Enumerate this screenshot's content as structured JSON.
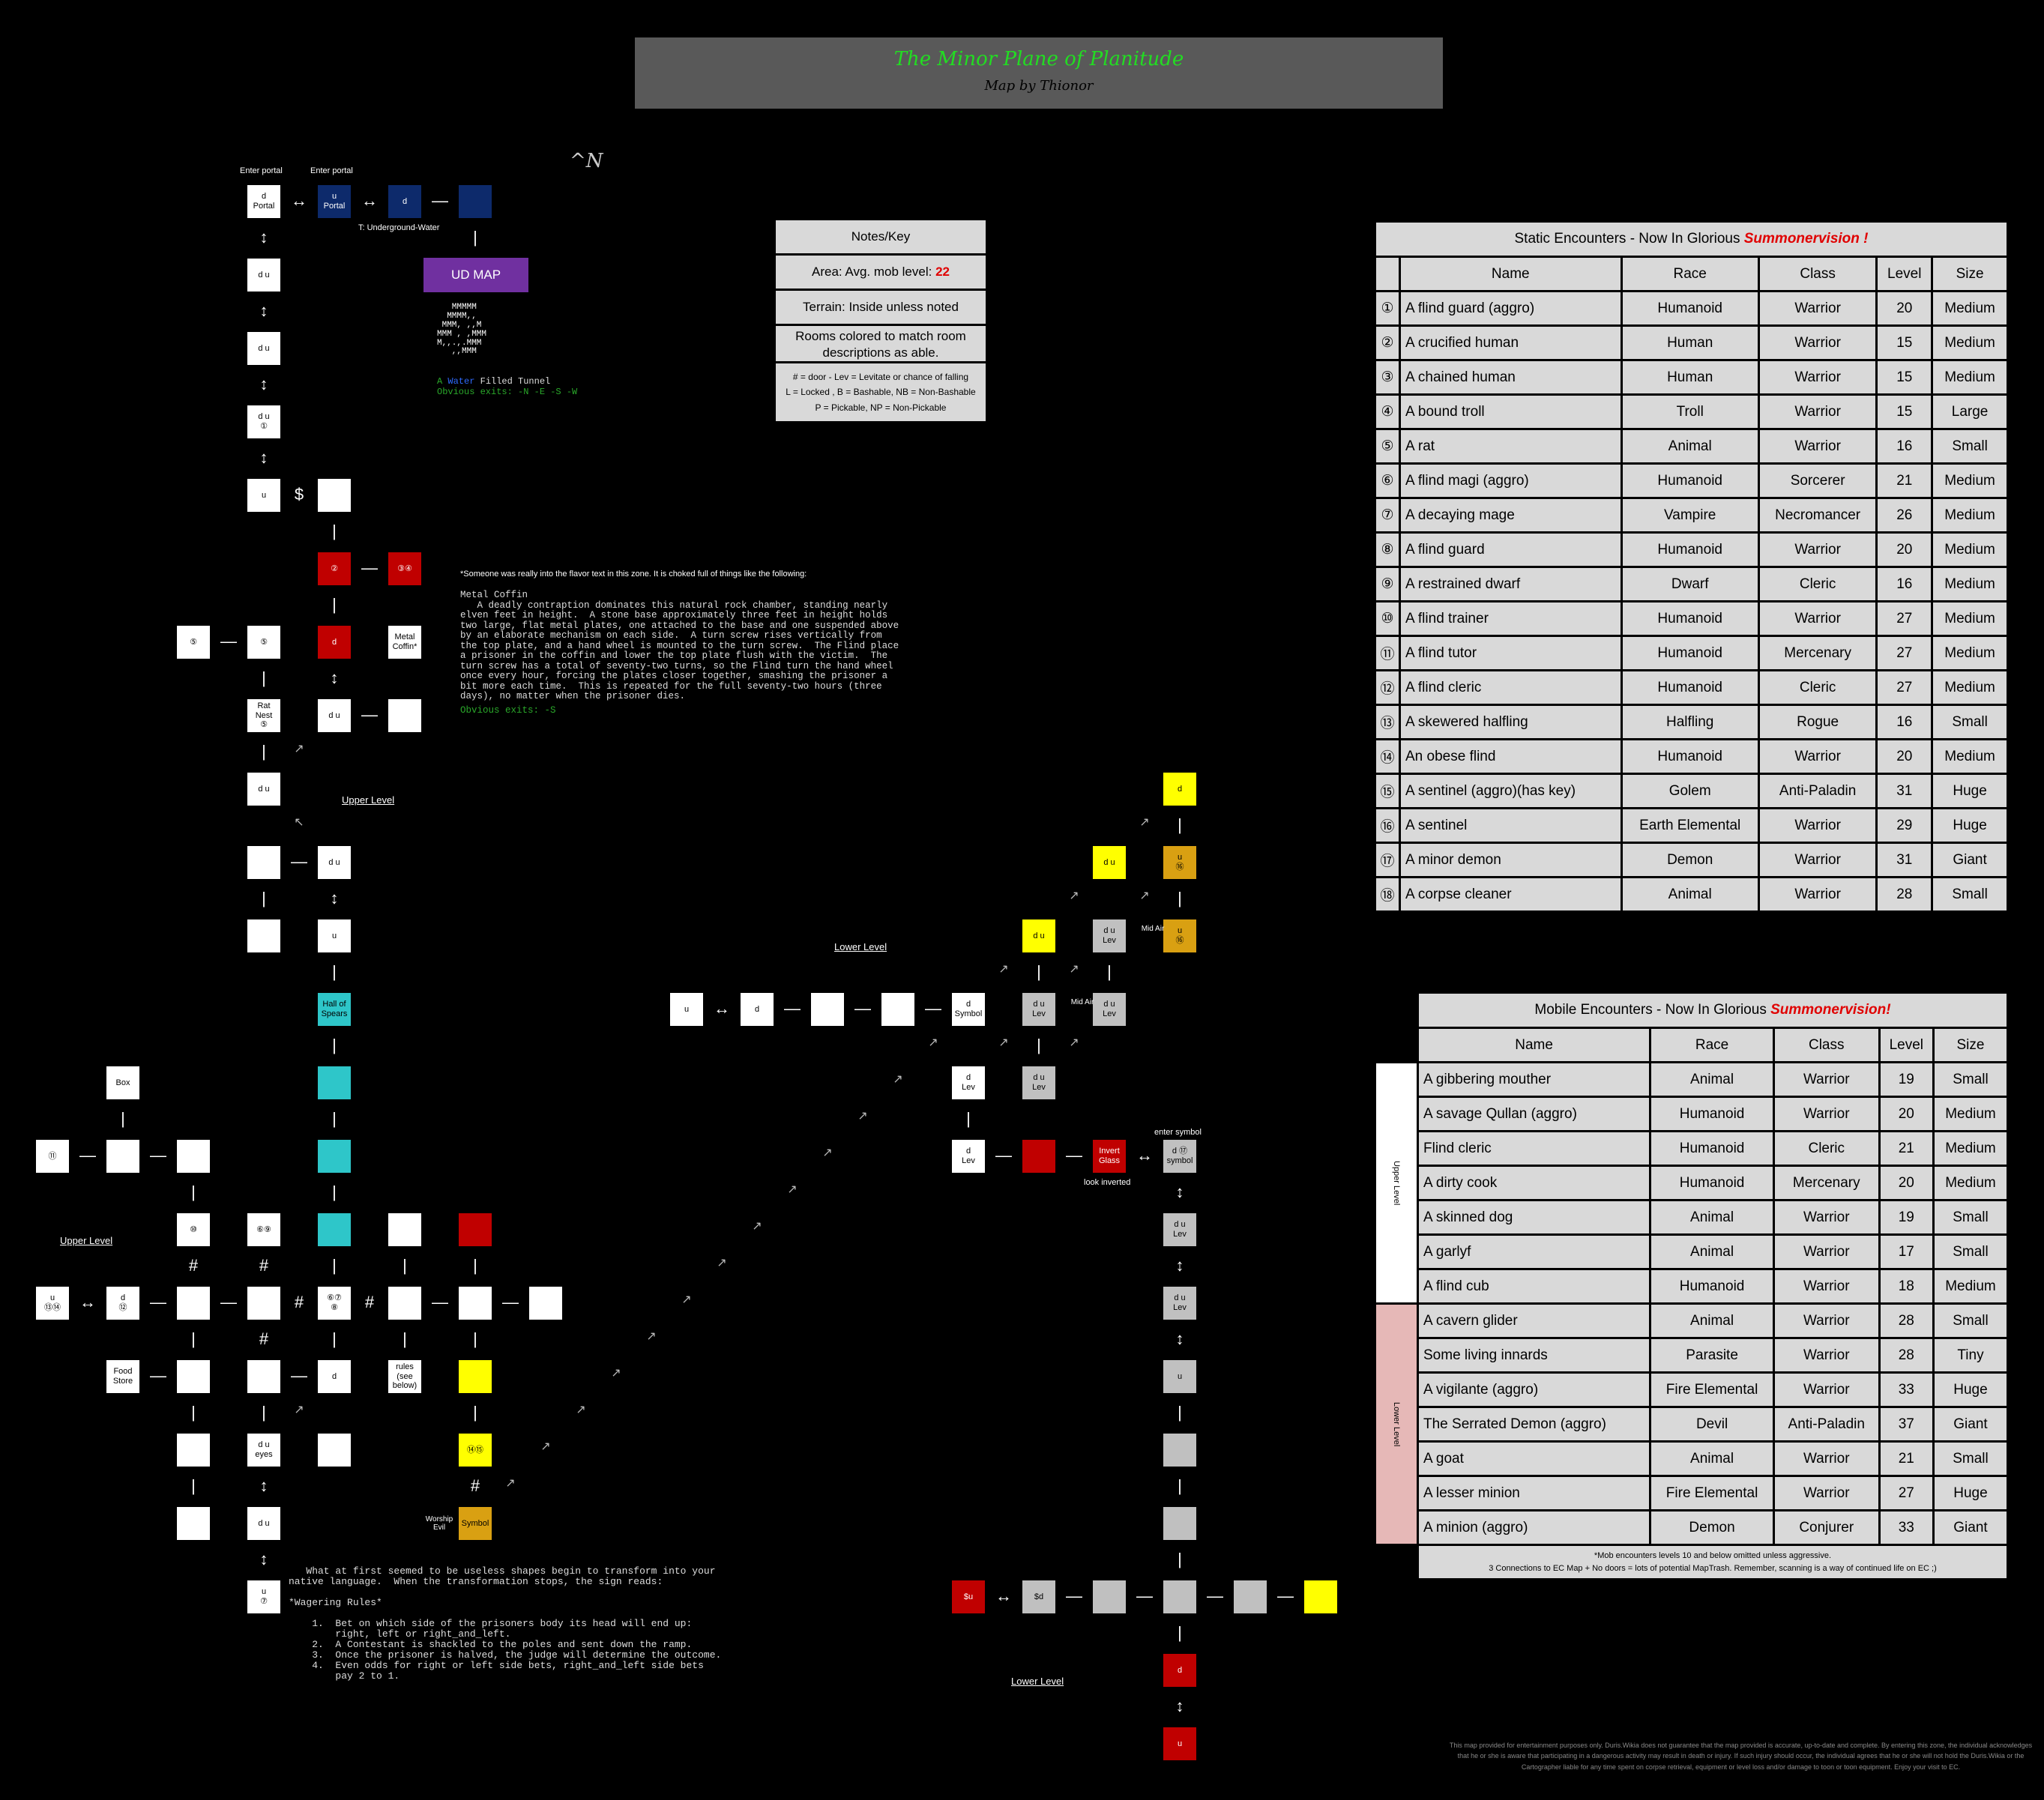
{
  "title": "The Minor Plane of Planitude",
  "subtitle": "Map by Thionor",
  "compass": "^N",
  "labels": {
    "enter_portal": "Enter portal",
    "underground_water": "T: Underground-Water",
    "ud_map": "UD MAP",
    "upper_level": "Upper Level",
    "lower_level": "Lower Level",
    "enter_symbol": "enter symbol",
    "look_inverted": "look inverted",
    "worship_evil": "Worship Evil",
    "mid_air": "Mid Air"
  },
  "ud_minimap": {
    "lines": [
      "   MMMMM",
      "  MMMM,,",
      " MMM, ,,M",
      "MMM , ,MMM",
      "M,,.,.MMM",
      "   ,,MMM"
    ],
    "caption_a": "A ",
    "caption_water": "Water",
    "caption_rest": " Filled Tunnel",
    "exits": "Obvious exits: -N -E -S -W"
  },
  "flavor": {
    "intro": "*Someone was really into the flavor text in this zone. It is choked full of things like the following:",
    "body": "Metal Coffin\n   A deadly contraption dominates this natural rock chamber, standing nearly\nelven feet in height.  A stone base approximately three feet in height holds\ntwo large, flat metal plates, one attached to the base and one suspended above\nby an elaborate mechanism on each side.  A turn screw rises vertically from\nthe top plate, and a hand wheel is mounted to the turn screw.  The Flind place\na prisoner in the coffin and lower the top plate flush with the victim.  The\nturn screw has a total of seventy-two turns, so the Flind turn the hand wheel\nonce every hour, forcing the plates closer together, smashing the prisoner a\nbit more each time.  This is repeated for the full seventy-two hours (three\ndays), no matter when the prisoner dies.",
    "exits": "Obvious exits: -S"
  },
  "wager": {
    "intro": "   What at first seemed to be useless shapes begin to transform into your\nnative language.  When the transformation stops, the sign reads:",
    "heading": "*Wagering Rules*",
    "rules": "    1.  Bet on which side of the prisoners body its head will end up:\n        right, left or right_and_left.\n    2.  A Contestant is shackled to the poles and sent down the ramp.\n    3.  Once the prisoner is halved, the judge will determine the outcome.\n    4.  Even odds for right or left side bets, right_and_left side bets\n        pay 2 to 1."
  },
  "notes": {
    "heading": "Notes/Key",
    "area_label": "Area: Avg. mob level: ",
    "area_value": "22",
    "terrain": "Terrain: Inside unless noted",
    "rooms_colored": "Rooms colored to match room descriptions as able.",
    "key_line1": "# = door - Lev = Levitate or chance of falling",
    "key_line2": "L = Locked , B = Bashable, NB = Non-Bashable",
    "key_line3": "P = Pickable, NP = Non-Pickable",
    "accent_color": "#e00000"
  },
  "static_table": {
    "caption_prefix": "Static Encounters - Now In Glorious ",
    "caption_red": "Summonervision !",
    "headers": [
      "Name",
      "Race",
      "Class",
      "Level",
      "Size"
    ],
    "rows": [
      {
        "num": "①",
        "name": "A flind guard (aggro)",
        "race": "Humanoid",
        "class": "Warrior",
        "level": "20",
        "size": "Medium"
      },
      {
        "num": "②",
        "name": "A crucified human",
        "race": "Human",
        "class": "Warrior",
        "level": "15",
        "size": "Medium"
      },
      {
        "num": "③",
        "name": "A chained human",
        "race": "Human",
        "class": "Warrior",
        "level": "15",
        "size": "Medium"
      },
      {
        "num": "④",
        "name": "A bound troll",
        "race": "Troll",
        "class": "Warrior",
        "level": "15",
        "size": "Large"
      },
      {
        "num": "⑤",
        "name": "A rat",
        "race": "Animal",
        "class": "Warrior",
        "level": "16",
        "size": "Small"
      },
      {
        "num": "⑥",
        "name": "A flind magi (aggro)",
        "race": "Humanoid",
        "class": "Sorcerer",
        "level": "21",
        "size": "Medium"
      },
      {
        "num": "⑦",
        "name": "A decaying mage",
        "race": "Vampire",
        "class": "Necromancer",
        "level": "26",
        "size": "Medium"
      },
      {
        "num": "⑧",
        "name": "A flind guard",
        "race": "Humanoid",
        "class": "Warrior",
        "level": "20",
        "size": "Medium"
      },
      {
        "num": "⑨",
        "name": "A restrained dwarf",
        "race": "Dwarf",
        "class": "Cleric",
        "level": "16",
        "size": "Medium"
      },
      {
        "num": "⑩",
        "name": "A flind trainer",
        "race": "Humanoid",
        "class": "Warrior",
        "level": "27",
        "size": "Medium"
      },
      {
        "num": "⑪",
        "name": "A flind tutor",
        "race": "Humanoid",
        "class": "Mercenary",
        "level": "27",
        "size": "Medium"
      },
      {
        "num": "⑫",
        "name": "A flind cleric",
        "race": "Humanoid",
        "class": "Cleric",
        "level": "27",
        "size": "Medium"
      },
      {
        "num": "⑬",
        "name": "A skewered halfling",
        "race": "Halfling",
        "class": "Rogue",
        "level": "16",
        "size": "Small"
      },
      {
        "num": "⑭",
        "name": "An obese flind",
        "race": "Humanoid",
        "class": "Warrior",
        "level": "20",
        "size": "Medium"
      },
      {
        "num": "⑮",
        "name": "A sentinel (aggro)(has key)",
        "race": "Golem",
        "class": "Anti-Paladin",
        "level": "31",
        "size": "Huge"
      },
      {
        "num": "⑯",
        "name": "A sentinel",
        "race": "Earth Elemental",
        "class": "Warrior",
        "level": "29",
        "size": "Huge"
      },
      {
        "num": "⑰",
        "name": "A minor demon",
        "race": "Demon",
        "class": "Warrior",
        "level": "31",
        "size": "Giant"
      },
      {
        "num": "⑱",
        "name": "A corpse cleaner",
        "race": "Animal",
        "class": "Warrior",
        "level": "28",
        "size": "Small"
      }
    ]
  },
  "mobile_table": {
    "caption_prefix": "Mobile Encounters - Now In Glorious ",
    "caption_red": "Summonervision!",
    "headers": [
      "Name",
      "Race",
      "Class",
      "Level",
      "Size"
    ],
    "upper_label": "Upper Level",
    "lower_label": "Lower Level",
    "upper_rows": [
      {
        "name": "A gibbering mouther",
        "race": "Animal",
        "class": "Warrior",
        "level": "19",
        "size": "Small"
      },
      {
        "name": "A savage Qullan (aggro)",
        "race": "Humanoid",
        "class": "Warrior",
        "level": "20",
        "size": "Medium"
      },
      {
        "name": "Flind cleric",
        "race": "Humanoid",
        "class": "Cleric",
        "level": "21",
        "size": "Medium"
      },
      {
        "name": "A dirty cook",
        "race": "Humanoid",
        "class": "Mercenary",
        "level": "20",
        "size": "Medium"
      },
      {
        "name": "A skinned dog",
        "race": "Animal",
        "class": "Warrior",
        "level": "19",
        "size": "Small"
      },
      {
        "name": "A garlyf",
        "race": "Animal",
        "class": "Warrior",
        "level": "17",
        "size": "Small"
      },
      {
        "name": "A flind cub",
        "race": "Humanoid",
        "class": "Warrior",
        "level": "18",
        "size": "Medium"
      }
    ],
    "lower_rows": [
      {
        "name": "A cavern glider",
        "race": "Animal",
        "class": "Warrior",
        "level": "28",
        "size": "Small"
      },
      {
        "name": "Some living innards",
        "race": "Parasite",
        "class": "Warrior",
        "level": "28",
        "size": "Tiny"
      },
      {
        "name": "A vigilante (aggro)",
        "race": "Fire Elemental",
        "class": "Warrior",
        "level": "33",
        "size": "Huge"
      },
      {
        "name": "The Serrated Demon (aggro)",
        "race": "Devil",
        "class": "Anti-Paladin",
        "level": "37",
        "size": "Giant"
      },
      {
        "name": "A goat",
        "race": "Animal",
        "class": "Warrior",
        "level": "21",
        "size": "Small"
      },
      {
        "name": "A lesser minion",
        "race": "Fire Elemental",
        "class": "Warrior",
        "level": "27",
        "size": "Huge"
      },
      {
        "name": "A minion (aggro)",
        "race": "Demon",
        "class": "Conjurer",
        "level": "33",
        "size": "Giant"
      }
    ],
    "footnote1": "*Mob encounters levels 10 and below omitted unless aggressive.",
    "footnote2": "3 Connections to EC Map + No doors = lots of potential MapTrash. Remember, scanning is a way of continued life on EC ;)",
    "upper_color": "#ffffff",
    "lower_color": "#e6b8b7"
  },
  "disclaimer": "This map provided for entertainment purposes only. Duris.Wikia does not guarantee that the map provided is accurate, up-to-date and complete. By entering this zone, the individual acknowledges that he or she is aware that participating in a dangerous activity may result in death or injury. If such injury should occur, the individual agrees that he or she will not hold the Duris.Wikia or the Cartographer liable for any time spent on corpse retrieval, equipment or level loss and/or damage to toon or toon equipment. Enjoy your visit to EC."
}
